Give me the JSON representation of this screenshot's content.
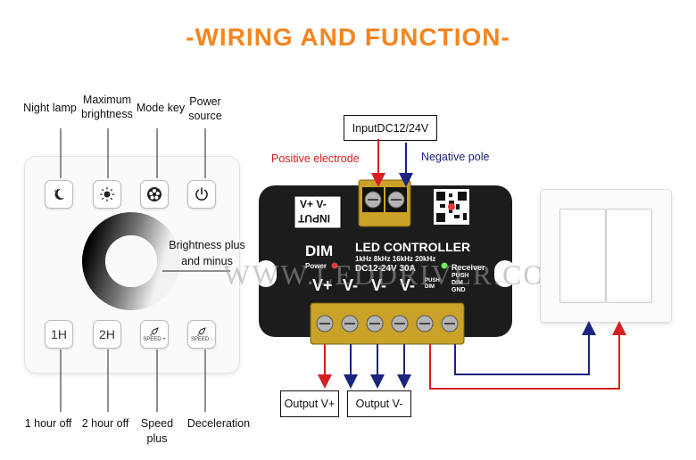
{
  "title": "-WIRING AND FUNCTION-",
  "remote": {
    "keys_top": [
      "night-lamp",
      "max-brightness",
      "mode",
      "power"
    ],
    "keys_bottom": [
      {
        "label": "1H"
      },
      {
        "label": "2H"
      },
      {
        "label": "SPEED +"
      },
      {
        "label": "SPEED -"
      }
    ],
    "labels": {
      "night_lamp": "Night lamp",
      "max_brightness_1": "Maximum",
      "max_brightness_2": "brightness",
      "mode_key": "Mode key",
      "power_1": "Power",
      "power_2": "source",
      "brightness_1": "Brightness plus",
      "brightness_2": "and minus",
      "hour1": "1 hour off",
      "hour2": "2 hour off",
      "speed_plus_1": "Speed",
      "speed_plus_2": "plus",
      "deceleration": "Deceleration"
    }
  },
  "controller": {
    "input_box": "InputDC12/24V",
    "positive": "Positive electrode",
    "negative": "Negative pole",
    "input_plate_1": "V+  V-",
    "input_plate_2": "INPUT",
    "dim": "DIM",
    "name": "LED CONTROLLER",
    "freq": "1kHz 8kHz 16kHz 20kHz",
    "spec": "DC12-24V 30A",
    "power_label": "Power",
    "receiver": "Receiver",
    "push": "PUSH",
    "dim_small": "DIM",
    "gnd": "GND",
    "push_dim_1": "PUSH",
    "push_dim_2": "DIM",
    "terms": [
      "V+",
      "V-",
      "V-",
      "V-"
    ],
    "out_plus": "Output V+",
    "out_minus": "Output V-"
  },
  "watermark": "WWW.LEDDRIVER.COM",
  "colors": {
    "title": "#f5851f",
    "positive": "#d61f1f",
    "negative": "#1a237e",
    "controller": "#1c1c1c",
    "terminal": "#c9a227"
  }
}
